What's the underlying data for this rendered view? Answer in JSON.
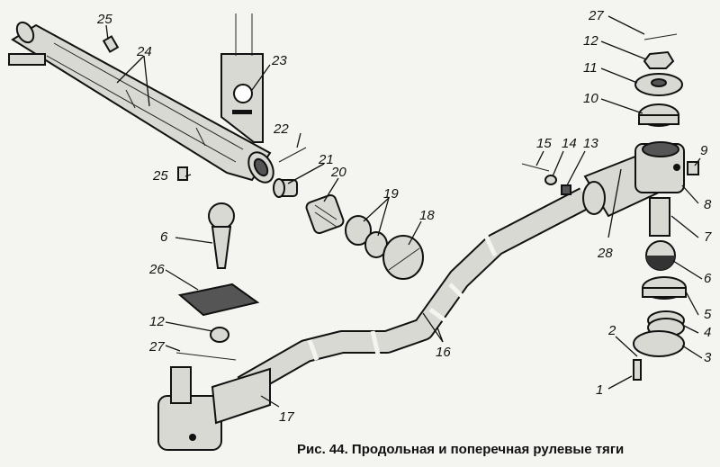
{
  "caption": "Рис. 44. Продольная и поперечная рулевые тяги",
  "callouts": {
    "n1": "1",
    "n2": "2",
    "n3": "3",
    "n4": "4",
    "n5": "5",
    "n6a": "6",
    "n6b": "6",
    "n7": "7",
    "n8": "8",
    "n9": "9",
    "n10": "10",
    "n11": "11",
    "n12a": "12",
    "n12b": "12",
    "n13": "13",
    "n14": "14",
    "n15": "15",
    "n16": "16",
    "n17": "17",
    "n18": "18",
    "n19": "19",
    "n20": "20",
    "n21": "21",
    "n22": "22",
    "n23": "23",
    "n24": "24",
    "n25a": "25",
    "n25b": "25",
    "n26": "26",
    "n27a": "27",
    "n27b": "27",
    "n28": "28"
  }
}
